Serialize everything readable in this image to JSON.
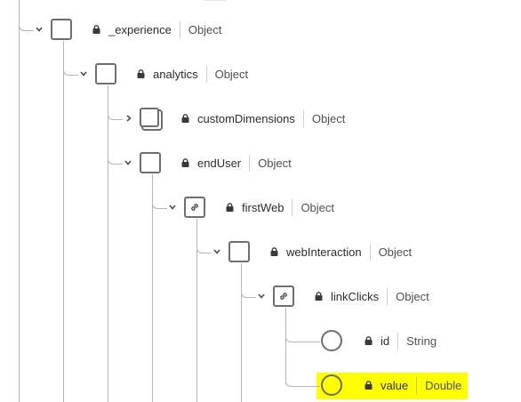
{
  "tree": {
    "nodes": [
      {
        "name": "_experience",
        "type": "Object"
      },
      {
        "name": "analytics",
        "type": "Object"
      },
      {
        "name": "customDimensions",
        "type": "Object"
      },
      {
        "name": "endUser",
        "type": "Object"
      },
      {
        "name": "firstWeb",
        "type": "Object"
      },
      {
        "name": "webInteraction",
        "type": "Object"
      },
      {
        "name": "linkClicks",
        "type": "Object"
      },
      {
        "name": "id",
        "type": "String"
      },
      {
        "name": "value",
        "type": "Double"
      }
    ],
    "highlighted_field": "value",
    "highlight_color": "#ffff00",
    "icons": {
      "expanded": "chevron-down-icon",
      "collapsed": "chevron-right-icon",
      "object": "object-node-icon",
      "array_of_objects": "stacked-object-node-icon",
      "linked_object": "link-node-icon",
      "field": "field-node-icon",
      "lock": "lock-icon"
    }
  }
}
